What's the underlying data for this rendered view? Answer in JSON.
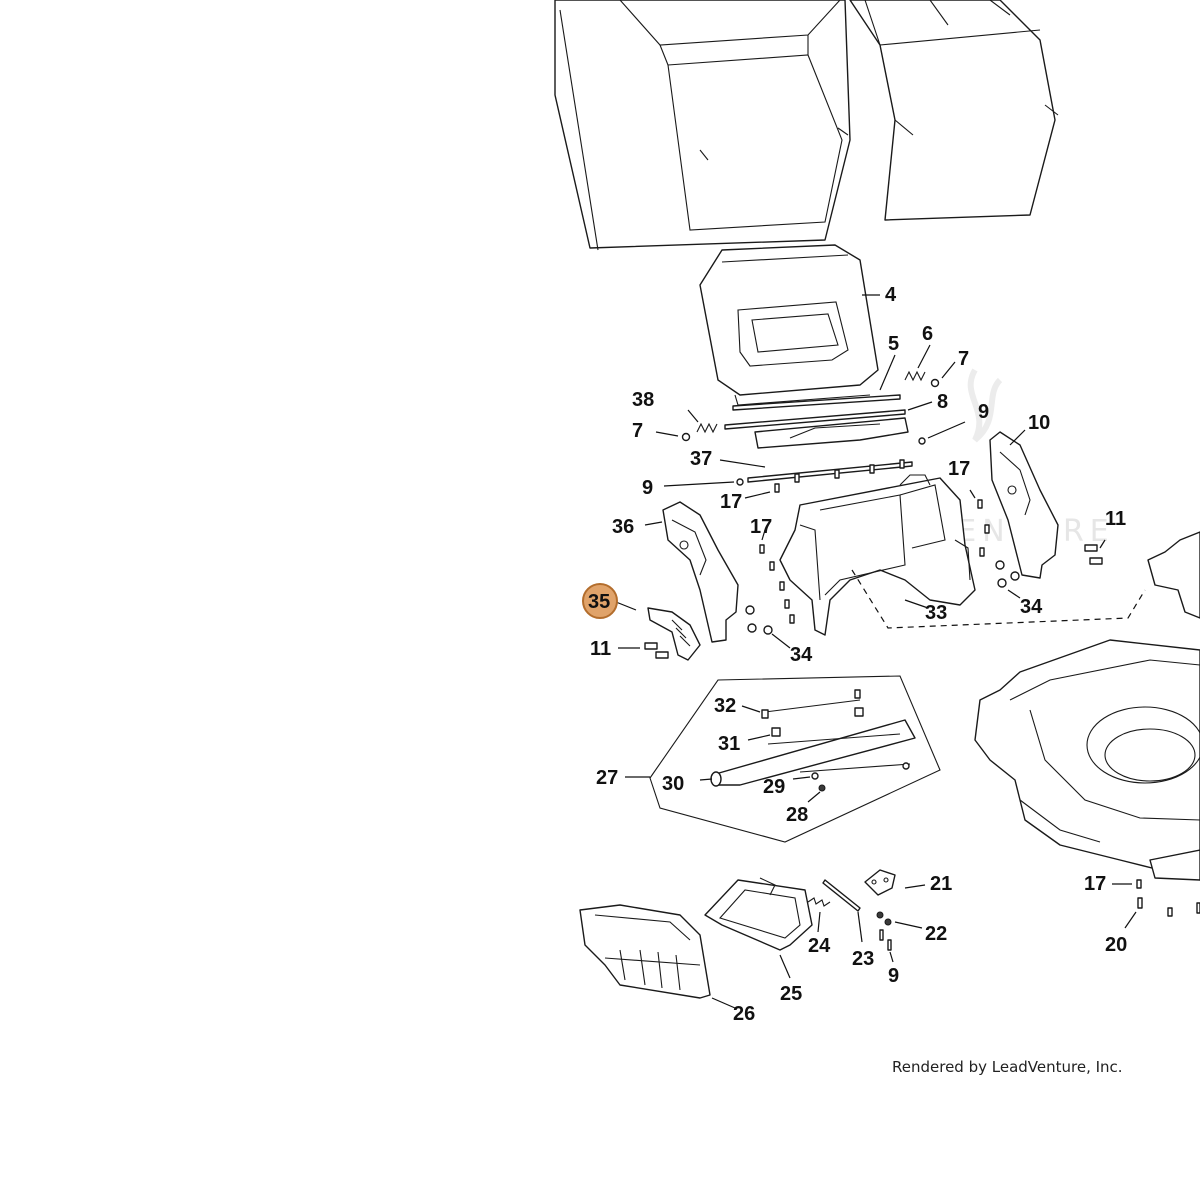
{
  "diagram": {
    "highlighted_callout": "35",
    "watermark": "LEADVENTURE",
    "credit": "Rendered by LeadVenture, Inc.",
    "colors": {
      "highlight_fill": "#e0a36a",
      "highlight_stroke": "#b36d2c",
      "line": "#1a1a1a"
    },
    "callouts": {
      "c4": "4",
      "c5": "5",
      "c6": "6",
      "c7a": "7",
      "c7b": "7",
      "c8": "8",
      "c9a": "9",
      "c9b": "9",
      "c9c": "9",
      "c10": "10",
      "c11a": "11",
      "c11b": "11",
      "c17a": "17",
      "c17b": "17",
      "c17c": "17",
      "c17d": "17",
      "c20": "20",
      "c21": "21",
      "c22": "22",
      "c23": "23",
      "c24": "24",
      "c25": "25",
      "c26": "26",
      "c27": "27",
      "c28": "28",
      "c29": "29",
      "c30": "30",
      "c31": "31",
      "c32": "32",
      "c33": "33",
      "c34a": "34",
      "c34b": "34",
      "c35": "35",
      "c36": "36",
      "c37": "37",
      "c38": "38"
    }
  }
}
